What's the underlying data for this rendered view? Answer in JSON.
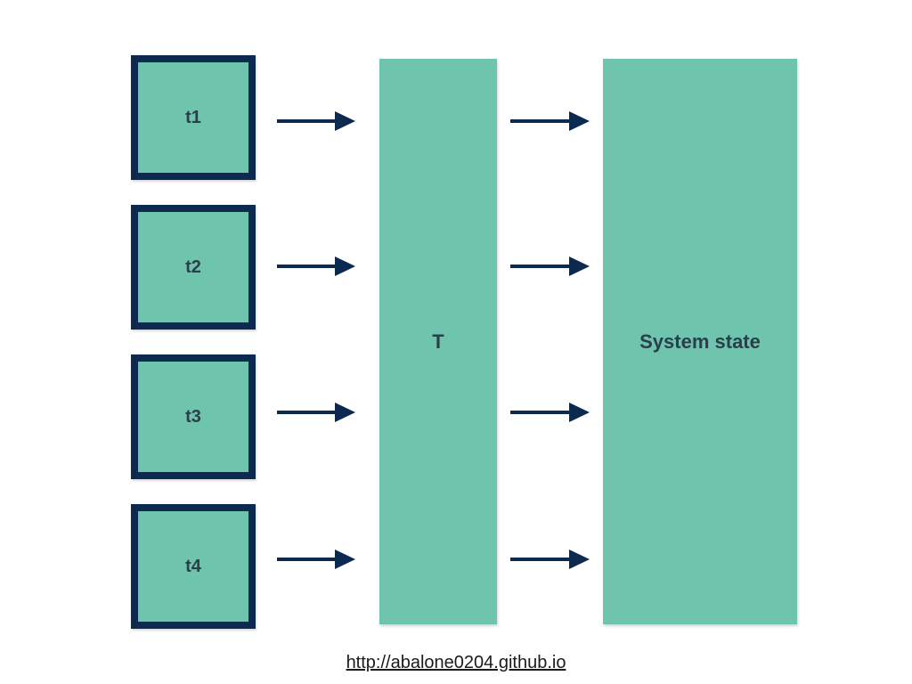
{
  "threads": [
    {
      "label": "t1"
    },
    {
      "label": "t2"
    },
    {
      "label": "t3"
    },
    {
      "label": "t4"
    }
  ],
  "transaction_block": {
    "label": "T"
  },
  "state_block": {
    "label": "System state"
  },
  "footer": {
    "url": "http://abalone0204.github.io"
  },
  "colors": {
    "box_fill": "#6fc4ad",
    "box_border": "#0c2a50",
    "arrow": "#0c2a50",
    "label_text": "#2a3f4a"
  },
  "icons": {
    "arrow": "arrow-right-icon"
  }
}
